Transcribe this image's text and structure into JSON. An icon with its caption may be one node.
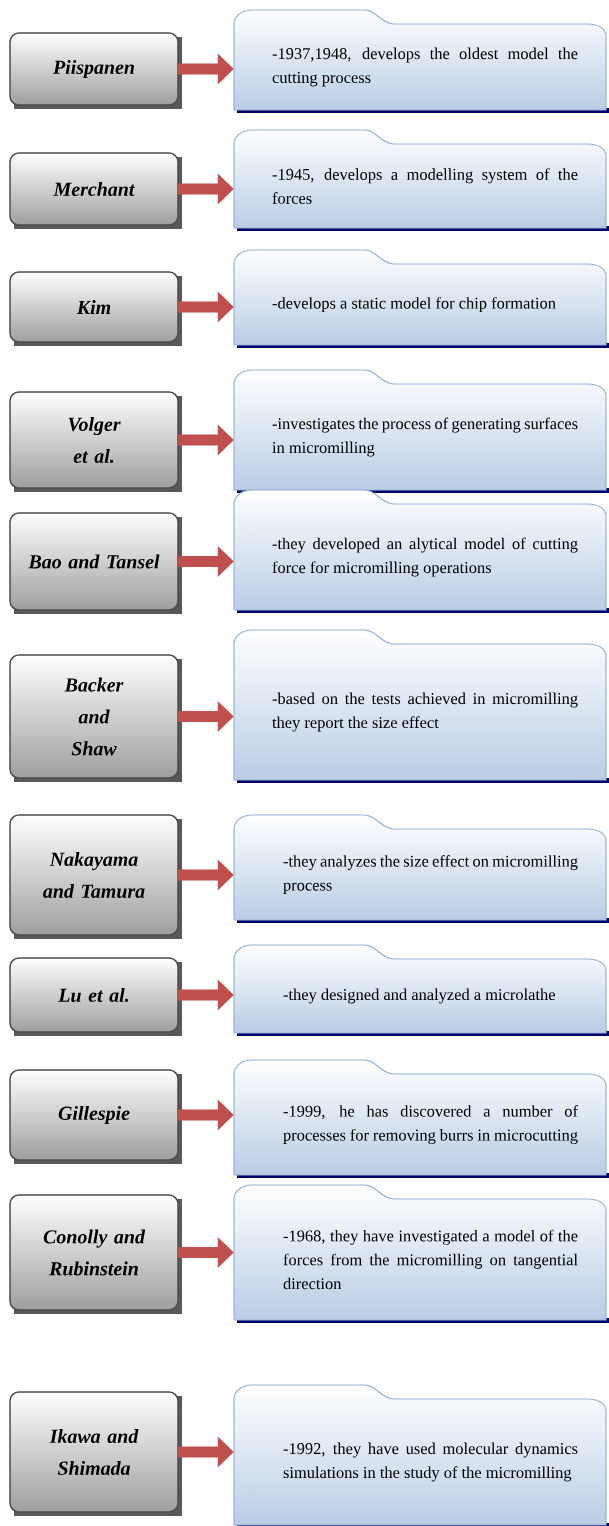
{
  "diagram": {
    "nodes": [
      {
        "text": [
          "Piispanen"
        ]
      },
      {
        "text": [
          "-1937,1948, develops the oldest model the cutting process"
        ]
      },
      {
        "text": [
          "Merchant"
        ]
      },
      {
        "text": [
          "-1945, develops a modelling system of the forces"
        ]
      },
      {
        "text": [
          "Kim"
        ]
      },
      {
        "text": [
          "-develops a static model for chip formation"
        ]
      },
      {
        "text": [
          "Volger et al."
        ]
      },
      {
        "text": [
          "-investigates the process of generating surfaces in micromilling"
        ]
      },
      {
        "text": [
          "Bao and Tansel"
        ]
      },
      {
        "text": [
          "-they developed an alytical model of cutting force for micromilling operations"
        ]
      },
      {
        "text": [
          "Backer and Shaw"
        ]
      },
      {
        "text": [
          "-based on the tests achieved in micromilling they report the size effect"
        ]
      },
      {
        "text": [
          "Nakayama and Tamura"
        ]
      },
      {
        "text": [
          "-they analyzes the size effect on micromilling process"
        ]
      },
      {
        "text": [
          "Lu et al."
        ]
      },
      {
        "text": [
          "-they designed and analyzed a microlathe"
        ]
      },
      {
        "text": [
          "Gillespie"
        ]
      },
      {
        "text": [
          "-1999, he has discovered a number of processes for removing burrs in microcutting"
        ]
      },
      {
        "text": [
          "Conolly and Rubinstein"
        ]
      },
      {
        "text": [
          "-1968, they have investigated a model of the forces from the micromilling on tangential direction"
        ]
      },
      {
        "text": [
          "Ikawa and Shimada"
        ]
      },
      {
        "text": [
          "-1992, they have used molecular dynamics simulations in the study of the micromilling"
        ]
      }
    ],
    "edges": [
      {
        "from": 0,
        "to": 1,
        "arrow": "to"
      },
      {
        "from": 2,
        "to": 3,
        "arrow": "to"
      },
      {
        "from": 4,
        "to": 5,
        "arrow": "to"
      },
      {
        "from": 6,
        "to": 7,
        "arrow": "to"
      },
      {
        "from": 8,
        "to": 9,
        "arrow": "to"
      },
      {
        "from": 10,
        "to": 11,
        "arrow": "to"
      },
      {
        "from": 12,
        "to": 13,
        "arrow": "to"
      },
      {
        "from": 14,
        "to": 15,
        "arrow": "to"
      },
      {
        "from": 16,
        "to": 17,
        "arrow": "to"
      },
      {
        "from": 18,
        "to": 19,
        "arrow": "to"
      },
      {
        "from": 20,
        "to": 21,
        "arrow": "to"
      }
    ]
  }
}
